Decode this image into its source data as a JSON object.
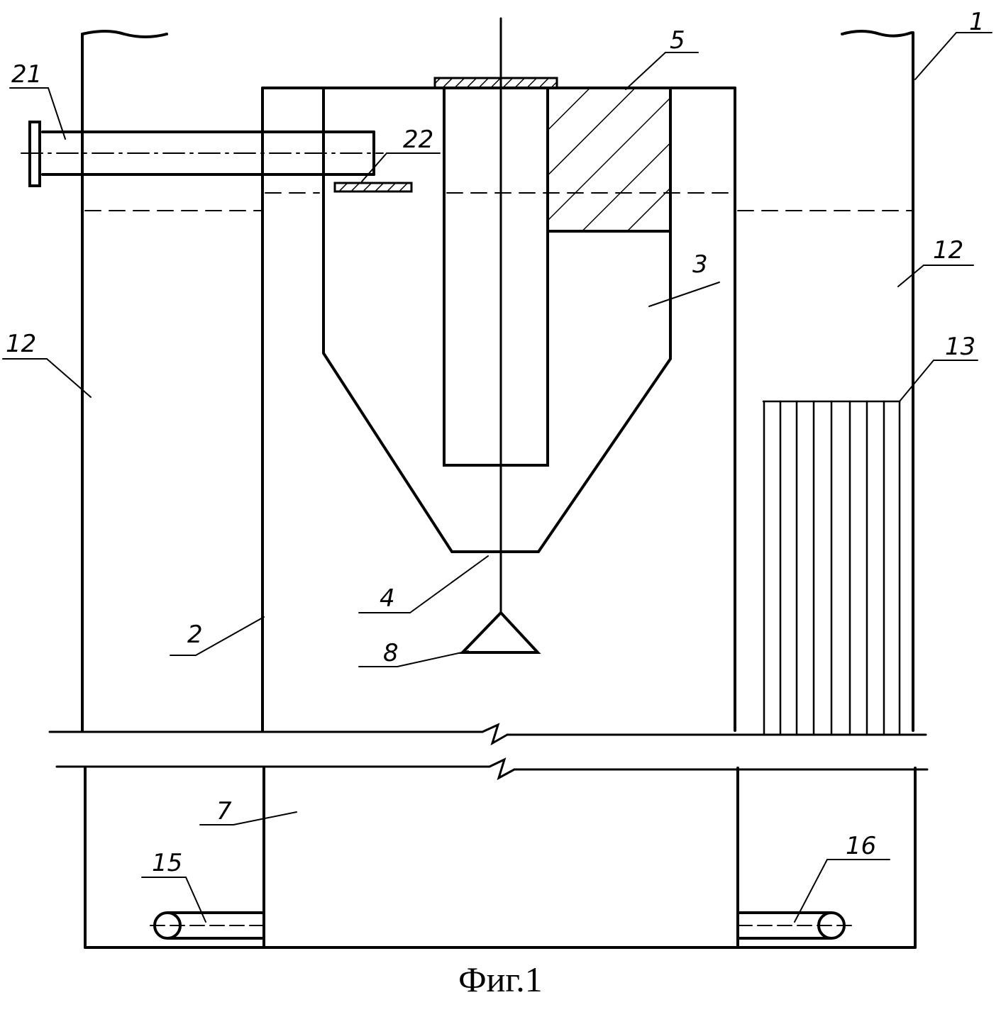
{
  "figure": {
    "caption": "Фиг.1",
    "labels": {
      "l1": "1",
      "l2": "2",
      "l3": "3",
      "l4": "4",
      "l5": "5",
      "l7": "7",
      "l8": "8",
      "l12_left": "12",
      "l12_right": "12",
      "l13": "13",
      "l15": "15",
      "l16": "16",
      "l21": "21",
      "l22": "22"
    }
  }
}
